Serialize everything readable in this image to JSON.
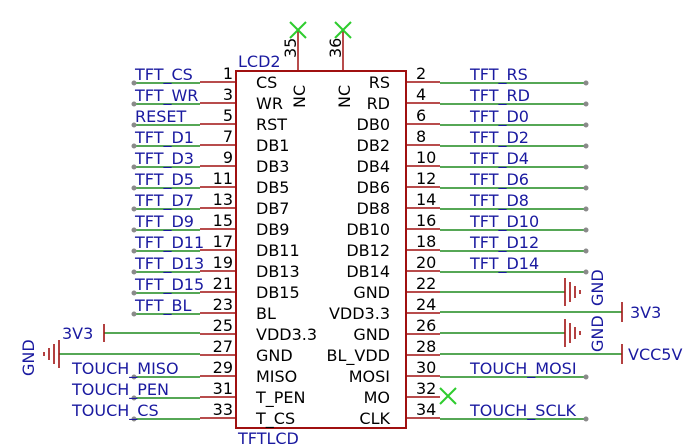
{
  "component": {
    "refdes": "LCD2",
    "value": "TFTLCD"
  },
  "left_pins": [
    {
      "num": "1",
      "name": "CS",
      "net": "TFT_CS"
    },
    {
      "num": "3",
      "name": "WR",
      "net": "TFT_WR"
    },
    {
      "num": "5",
      "name": "RST",
      "net": "RESET"
    },
    {
      "num": "7",
      "name": "DB1",
      "net": "TFT_D1"
    },
    {
      "num": "9",
      "name": "DB3",
      "net": "TFT_D3"
    },
    {
      "num": "11",
      "name": "DB5",
      "net": "TFT_D5"
    },
    {
      "num": "13",
      "name": "DB7",
      "net": "TFT_D7"
    },
    {
      "num": "15",
      "name": "DB9",
      "net": "TFT_D9"
    },
    {
      "num": "17",
      "name": "DB11",
      "net": "TFT_D11"
    },
    {
      "num": "19",
      "name": "DB13",
      "net": "TFT_D13"
    },
    {
      "num": "21",
      "name": "DB15",
      "net": "TFT_D15"
    },
    {
      "num": "23",
      "name": "BL",
      "net": "TFT_BL"
    },
    {
      "num": "25",
      "name": "VDD3.3",
      "net": "3V3"
    },
    {
      "num": "27",
      "name": "GND",
      "net": "GND"
    },
    {
      "num": "29",
      "name": "MISO",
      "net": "TOUCH_MISO"
    },
    {
      "num": "31",
      "name": "T_PEN",
      "net": "TOUCH_PEN"
    },
    {
      "num": "33",
      "name": "T_CS",
      "net": "TOUCH_CS"
    }
  ],
  "right_pins": [
    {
      "num": "2",
      "name": "RS",
      "net": "TFT_RS"
    },
    {
      "num": "4",
      "name": "RD",
      "net": "TFT_RD"
    },
    {
      "num": "6",
      "name": "DB0",
      "net": "TFT_D0"
    },
    {
      "num": "8",
      "name": "DB2",
      "net": "TFT_D2"
    },
    {
      "num": "10",
      "name": "DB4",
      "net": "TFT_D4"
    },
    {
      "num": "12",
      "name": "DB6",
      "net": "TFT_D6"
    },
    {
      "num": "14",
      "name": "DB8",
      "net": "TFT_D8"
    },
    {
      "num": "16",
      "name": "DB10",
      "net": "TFT_D10"
    },
    {
      "num": "18",
      "name": "DB12",
      "net": "TFT_D12"
    },
    {
      "num": "20",
      "name": "DB14",
      "net": "TFT_D14"
    },
    {
      "num": "22",
      "name": "GND",
      "net": "GND"
    },
    {
      "num": "24",
      "name": "VDD3.3",
      "net": "3V3"
    },
    {
      "num": "26",
      "name": "GND",
      "net": "GND"
    },
    {
      "num": "28",
      "name": "BL_VDD",
      "net": "VCC5V"
    },
    {
      "num": "30",
      "name": "MOSI",
      "net": "TOUCH_MOSI"
    },
    {
      "num": "32",
      "name": "MO",
      "net": ""
    },
    {
      "num": "34",
      "name": "CLK",
      "net": "TOUCH_SCLK"
    }
  ],
  "top_pins": [
    {
      "num": "35",
      "name": "NC"
    },
    {
      "num": "36",
      "name": "NC"
    }
  ],
  "power_labels": {
    "right_gnd_upper": "GND",
    "right_gnd_lower": "GND",
    "right_3v3": "3V3",
    "right_vcc5v": "VCC5V",
    "left_3v3": "3V3",
    "left_gnd": "GND"
  },
  "colors": {
    "component": "#a01010",
    "wire": "#1f8a1f",
    "net_label": "#1a1aa0",
    "no_connect": "#2ecc2e"
  }
}
